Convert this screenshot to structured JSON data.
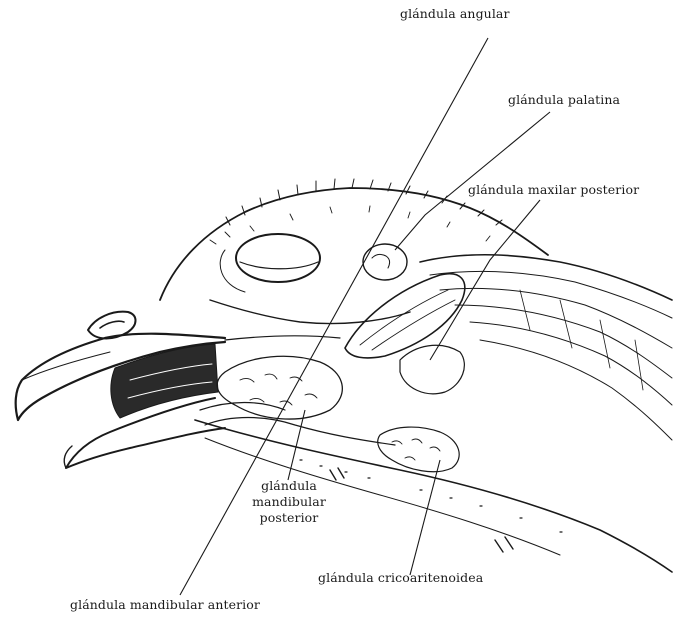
{
  "labels": {
    "angular": "glándula angular",
    "palatina": "glándula palatina",
    "maxilar_posterior": "glándula maxilar posterior",
    "mandibular_posterior": [
      "glándula",
      "mandibular",
      "posterior"
    ],
    "cricoaritenoidea": "glándula cricoaritenoidea",
    "mandibular_anterior": "glándula mandibular anterior"
  },
  "colors": {
    "ink": "#1a1a1a",
    "paper": "#ffffff"
  }
}
